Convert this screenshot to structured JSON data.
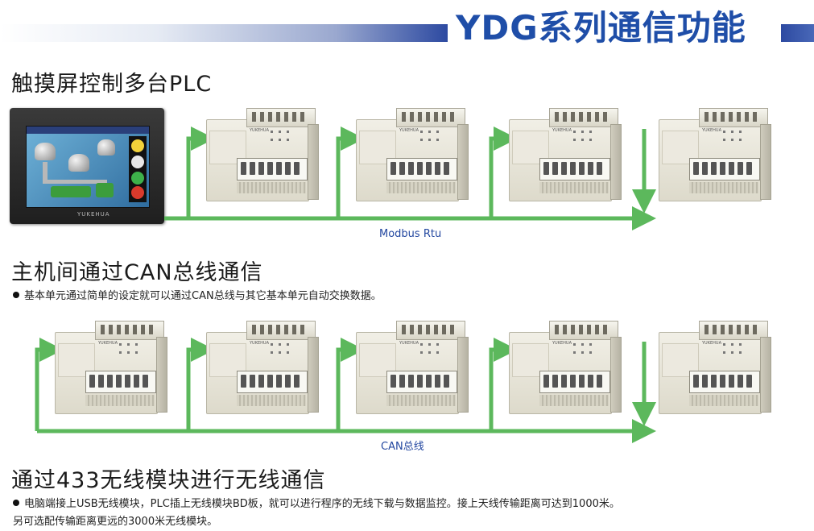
{
  "header": {
    "title": "YDG系列通信功能"
  },
  "sections": [
    {
      "title": "触摸屏控制多台PLC",
      "bus_label": "Modbus Rtu"
    },
    {
      "title": "主机间通过CAN总线通信",
      "note": "基本单元通过简单的设定就可以通过CAN总线与其它基本单元自动交换数据。",
      "bus_label": "CAN总线"
    },
    {
      "title": "通过433无线模块进行无线通信",
      "note_lines": [
        "电脑端接上USB无线模块，PLC插上无线模块BD板，就可以进行程序的无线下载与数据监控。接上天线传输距离可达到1000米。",
        "另可选配传输距离更远的3000米无线模块。"
      ]
    }
  ],
  "devices": {
    "hmi_brand": "YUKEHUA",
    "plc_brand": "YUKEHUA"
  },
  "colors": {
    "title_blue": "#1f4ea8",
    "arrow_green": "#5cb85c",
    "bus_label_blue": "#2448a0"
  }
}
